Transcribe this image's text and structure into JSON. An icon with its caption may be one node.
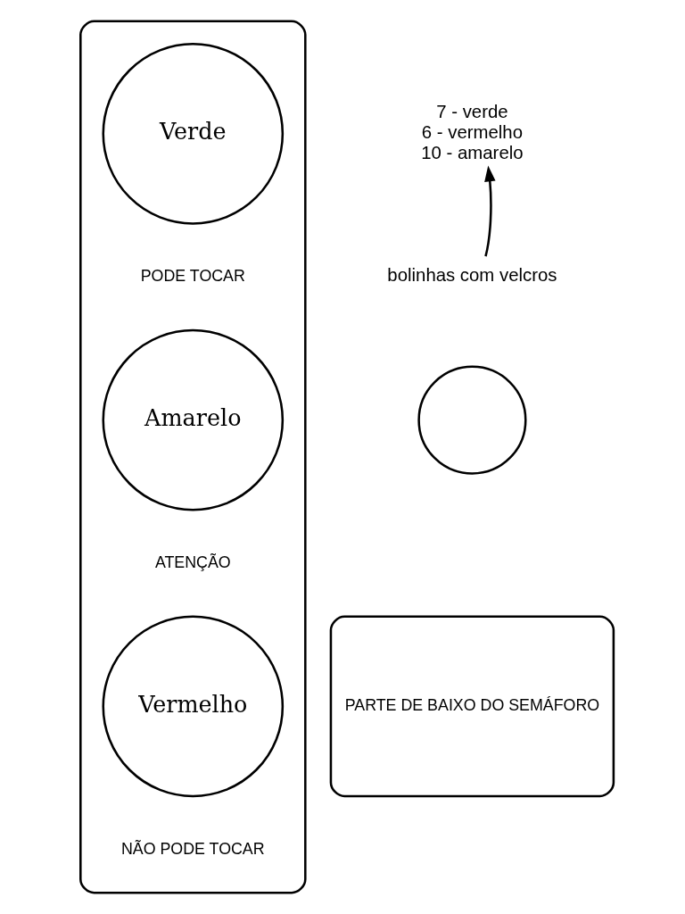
{
  "diagram": {
    "nodes": [
      {
        "text": [],
        "shape": "box"
      },
      {
        "text": [
          "Verde"
        ],
        "beside": [
          "PODE TOCAR"
        ],
        "in": 0
      },
      {
        "text": [
          "Amarelo"
        ],
        "beside": [
          "ATENÇÃO"
        ],
        "in": 0
      },
      {
        "text": [
          "Vermelho"
        ],
        "beside": [
          "NÃO PODE TOCAR"
        ],
        "in": 0
      },
      {
        "text": [
          "7 - verde",
          "6 - vermelho",
          "10 - amarelo"
        ]
      },
      {
        "text": [
          "bolinhas com velcros"
        ]
      },
      {
        "text": [],
        "shape": "circle"
      },
      {
        "text": [
          "PARTE DE BAIXO DO SEMÁFORO"
        ]
      }
    ],
    "edges": [
      {
        "from": 5,
        "to": 4,
        "arrow": "to"
      }
    ]
  }
}
